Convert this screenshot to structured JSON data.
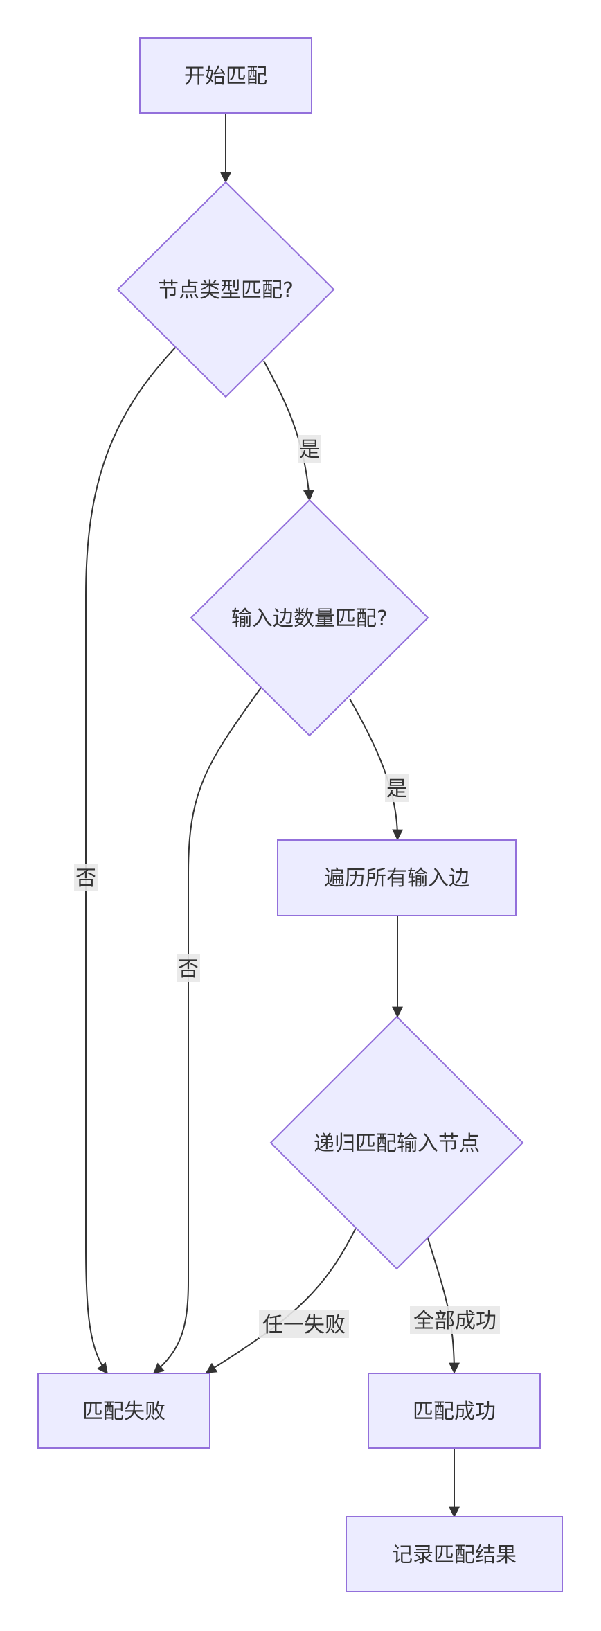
{
  "nodes": {
    "start": "开始匹配",
    "type_check": "节点类型匹配?",
    "edge_count_check": "输入边数量匹配?",
    "iterate_edges": "遍历所有输入边",
    "recursive_match": "递归匹配输入节点",
    "match_fail": "匹配失败",
    "match_success": "匹配成功",
    "record_result": "记录匹配结果"
  },
  "edges": {
    "type_yes": "是",
    "type_no": "否",
    "count_yes": "是",
    "count_no": "否",
    "any_fail": "任一失败",
    "all_success": "全部成功"
  },
  "colors": {
    "node_fill": "#ECECFF",
    "node_stroke": "#9370DB",
    "edge_stroke": "#333333",
    "label_bg": "#E8E8E8",
    "text": "#333333"
  }
}
